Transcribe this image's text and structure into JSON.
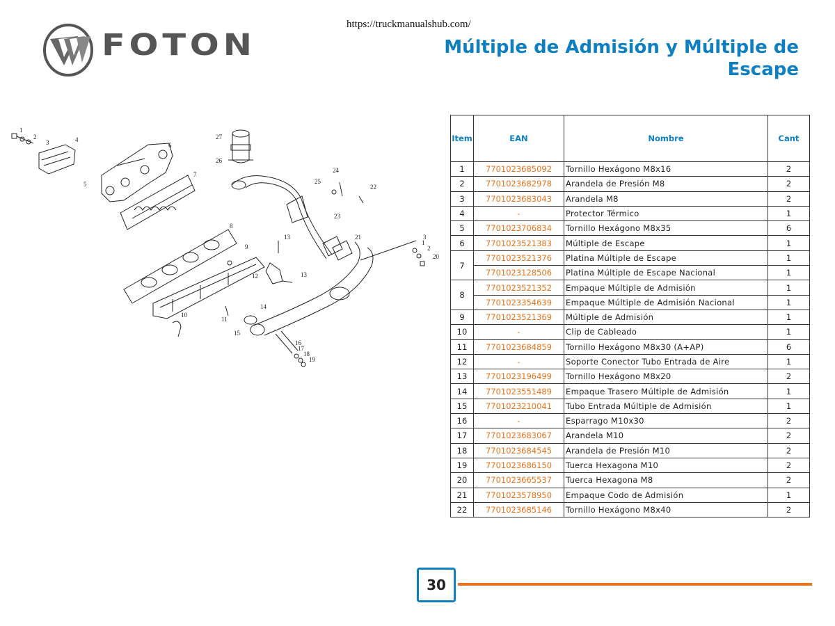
{
  "header": {
    "url": "https://truckmanualshub.com/",
    "brand": "FOTON",
    "title": "Múltiple de Admisión y Múltiple de Escape"
  },
  "table": {
    "headers": {
      "item": "Item",
      "ean": "EAN",
      "name": "Nombre",
      "qty": "Cant"
    },
    "rows": [
      {
        "item": "1",
        "ean": "7701023685092",
        "name": "Tornillo Hexágono M8x16",
        "qty": "2"
      },
      {
        "item": "2",
        "ean": "7701023682978",
        "name": "Arandela de Presión M8",
        "qty": "2"
      },
      {
        "item": "3",
        "ean": "7701023683043",
        "name": "Arandela M8",
        "qty": "2"
      },
      {
        "item": "4",
        "ean": "-",
        "name": "Protector Térmico",
        "qty": "1"
      },
      {
        "item": "5",
        "ean": "7701023706834",
        "name": "Tornillo Hexágono M8x35",
        "qty": "6"
      },
      {
        "item": "6",
        "ean": "7701023521383",
        "name": "Múltiple de Escape",
        "qty": "1"
      },
      {
        "item": "7",
        "ean": "7701023521376",
        "name": "Platina Múltiple de Escape",
        "qty": "1"
      },
      {
        "item": "",
        "ean": "7701023128506",
        "name": "Platina Múltiple de Escape Nacional",
        "qty": "1"
      },
      {
        "item": "8",
        "ean": "7701023521352",
        "name": "Empaque Múltiple de Admisión",
        "qty": "1"
      },
      {
        "item": "",
        "ean": "7701023354639",
        "name": "Empaque Múltiple de Admisión Nacional",
        "qty": "1"
      },
      {
        "item": "9",
        "ean": "7701023521369",
        "name": "Múltiple de Admisión",
        "qty": "1"
      },
      {
        "item": "10",
        "ean": "-",
        "name": "Clip de Cableado",
        "qty": "1"
      },
      {
        "item": "11",
        "ean": "7701023684859",
        "name": "Tornillo Hexágono M8x30 (A+AP)",
        "qty": "6"
      },
      {
        "item": "12",
        "ean": "-",
        "name": "Soporte Conector Tubo Entrada de Aire",
        "qty": "1"
      },
      {
        "item": "13",
        "ean": "7701023196499",
        "name": "Tornillo Hexágono M8x20",
        "qty": "2"
      },
      {
        "item": "14",
        "ean": "7701023551489",
        "name": "Empaque Trasero Múltiple de Admisión",
        "qty": "1"
      },
      {
        "item": "15",
        "ean": "7701023210041",
        "name": "Tubo Entrada Múltiple de Admisión",
        "qty": "1"
      },
      {
        "item": "16",
        "ean": "-",
        "name": "Esparrago M10x30",
        "qty": "2"
      },
      {
        "item": "17",
        "ean": "7701023683067",
        "name": "Arandela M10",
        "qty": "2"
      },
      {
        "item": "18",
        "ean": "7701023684545",
        "name": "Arandela de Presión M10",
        "qty": "2"
      },
      {
        "item": "19",
        "ean": "7701023686150",
        "name": "Tuerca Hexagona M10",
        "qty": "2"
      },
      {
        "item": "20",
        "ean": "7701023665537",
        "name": "Tuerca Hexagona M8",
        "qty": "2"
      },
      {
        "item": "21",
        "ean": "7701023578950",
        "name": "Empaque Codo de Admisión",
        "qty": "1"
      },
      {
        "item": "22",
        "ean": "7701023685146",
        "name": "Tornillo Hexágono M8x40",
        "qty": "2"
      }
    ]
  },
  "diagram": {
    "callouts": [
      "1",
      "2",
      "3",
      "4",
      "5",
      "6",
      "7",
      "8",
      "9",
      "10",
      "11",
      "12",
      "13",
      "13",
      "14",
      "15",
      "16",
      "17",
      "18",
      "19",
      "20",
      "21",
      "22",
      "23",
      "24",
      "25",
      "26",
      "27",
      "1",
      "2",
      "3"
    ]
  },
  "footer": {
    "page": "30"
  },
  "colors": {
    "accent_blue": "#0e7fc1",
    "accent_orange": "#e8731a"
  }
}
